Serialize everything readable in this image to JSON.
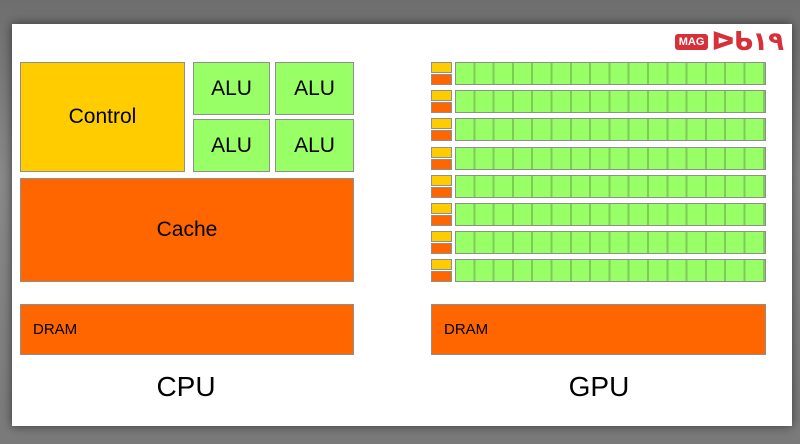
{
  "logo": {
    "badge": "MAG",
    "mark": "ᐅᑲ۱۹",
    "accent_color": "#d6303a"
  },
  "cpu": {
    "label": "CPU",
    "control": "Control",
    "alus": [
      "ALU",
      "ALU",
      "ALU",
      "ALU"
    ],
    "cache": "Cache",
    "dram": "DRAM"
  },
  "gpu": {
    "label": "GPU",
    "rows": 8,
    "alus_per_row": 16,
    "dram": "DRAM"
  },
  "colors": {
    "control": "#ffcc00",
    "alu": "#99ff66",
    "cache": "#ff6600",
    "dram": "#ff6600"
  }
}
